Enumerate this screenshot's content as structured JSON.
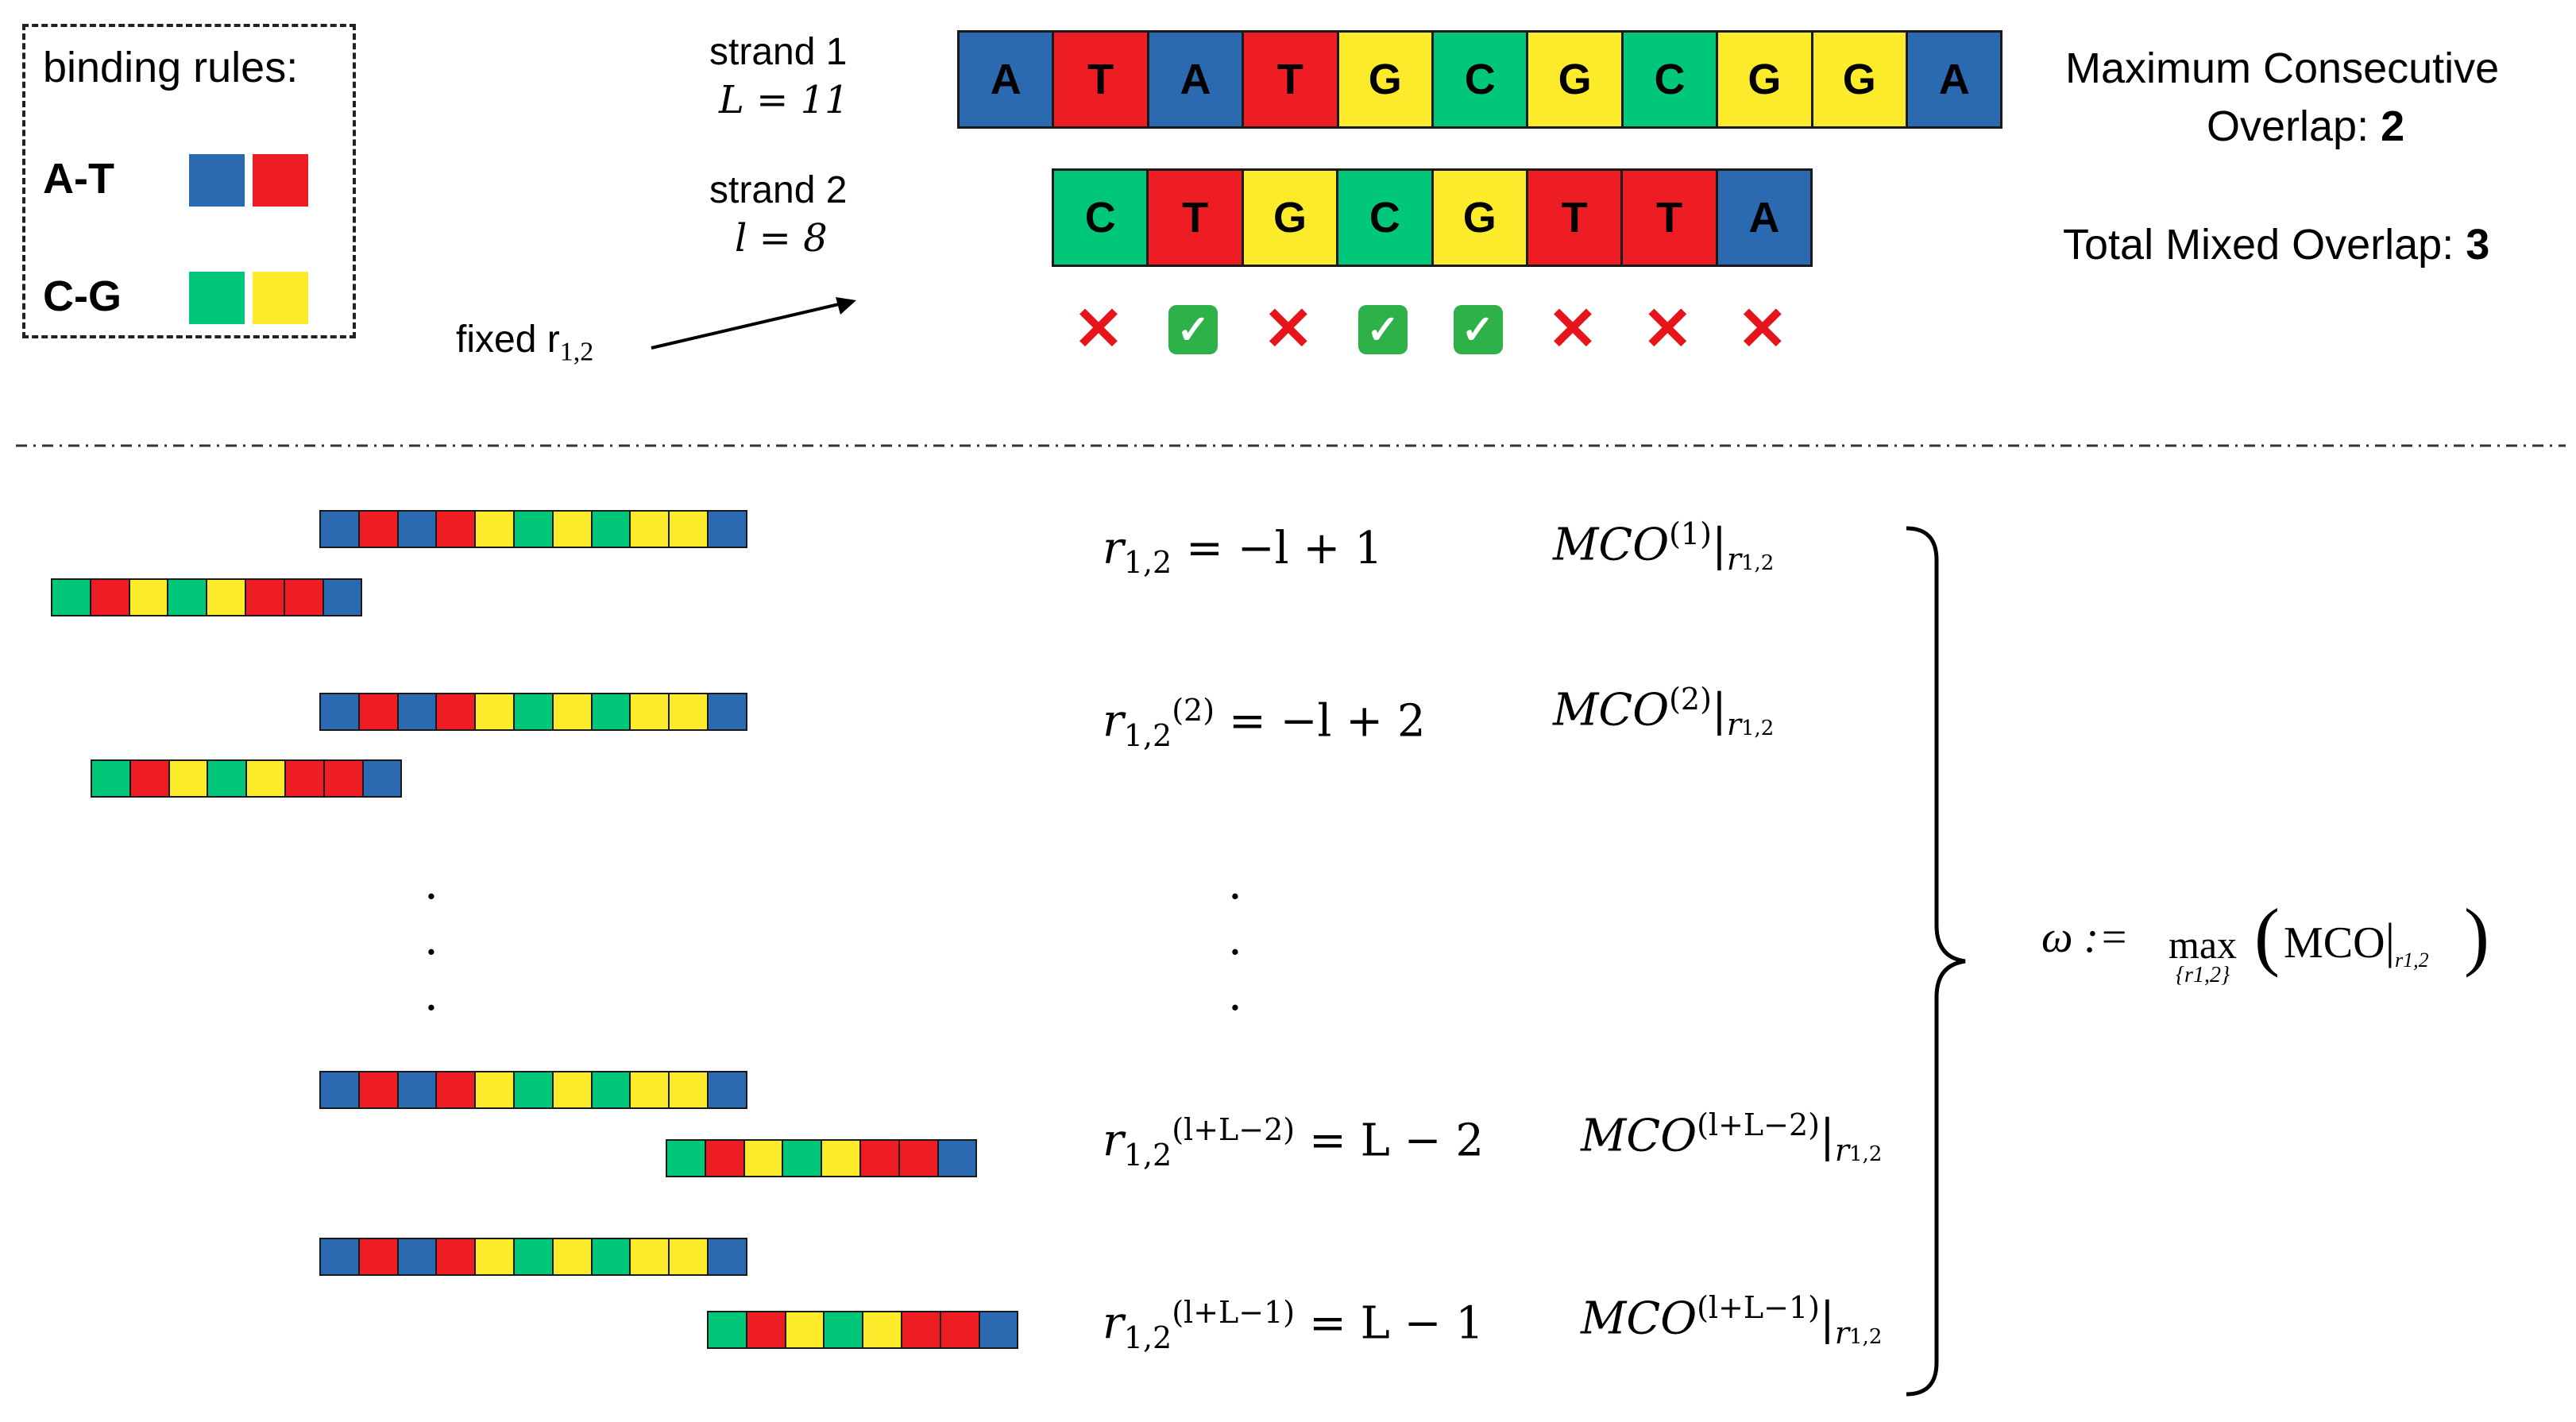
{
  "legend": {
    "title": "binding rules:",
    "pairs": [
      {
        "label": "A-T",
        "colors": [
          "#2b69b1",
          "#ee1c23"
        ]
      },
      {
        "label": "C-G",
        "colors": [
          "#00c77a",
          "#fbeb2a"
        ]
      }
    ]
  },
  "colors": {
    "A": "#2b69b1",
    "T": "#ee1c23",
    "G": "#fbeb2a",
    "C": "#00c77a"
  },
  "strand1": {
    "name": "strand 1",
    "length_label": "L = 11",
    "bases": [
      "A",
      "T",
      "A",
      "T",
      "G",
      "C",
      "G",
      "C",
      "G",
      "G",
      "A"
    ]
  },
  "strand2": {
    "name": "strand 2",
    "length_label": "l = 8",
    "bases": [
      "C",
      "T",
      "G",
      "C",
      "G",
      "T",
      "T",
      "A"
    ]
  },
  "match_marks": [
    "cross",
    "check",
    "cross",
    "check",
    "check",
    "cross",
    "cross",
    "cross"
  ],
  "fixed_label": "fixed r",
  "fixed_sub": "1,2",
  "mco_label": "Maximum Consecutive",
  "mco_label2": "Overlap:",
  "mco_value": "2",
  "tmo_label": "Total Mixed Overlap:",
  "tmo_value": "3",
  "rows": [
    {
      "lhs": "r",
      "sub": "1,2",
      "sup": "",
      "rhs": "= −l + 1",
      "mco_sup": "(1)"
    },
    {
      "lhs": "r",
      "sub": "1,2",
      "sup": "(2)",
      "rhs": "= −l + 2",
      "mco_sup": "(2)"
    },
    {
      "lhs": "r",
      "sub": "1,2",
      "sup": "(l+L−2)",
      "rhs": "= L − 2",
      "mco_sup": "(l+L−2)"
    },
    {
      "lhs": "r",
      "sub": "1,2",
      "sup": "(l+L−1)",
      "rhs": "= L − 1",
      "mco_sup": "(l+L−1)"
    }
  ],
  "mco_text": "MCO",
  "mco_bar_sub": "r",
  "omega": {
    "lhs": "ω := ",
    "max": "max",
    "under": "{r1,2}",
    "arg": "MCO",
    "arg_sub": "r1,2"
  },
  "ellipsis": "."
}
